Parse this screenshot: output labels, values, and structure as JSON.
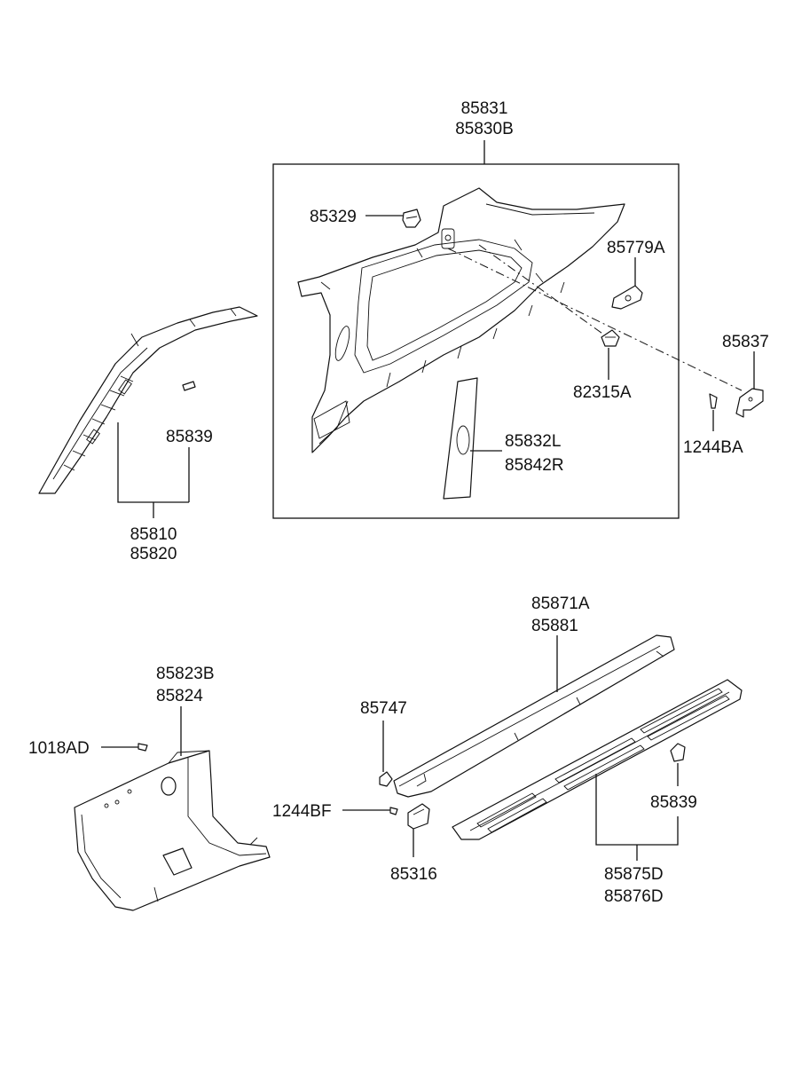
{
  "labels": {
    "p85831": "85831",
    "p85830B": "85830B",
    "p85329": "85329",
    "p85779A": "85779A",
    "p85837": "85837",
    "p82315A": "82315A",
    "p1244BA": "1244BA",
    "p85832L": "85832L",
    "p85842R": "85842R",
    "p85839_top": "85839",
    "p85810": "85810",
    "p85820": "85820",
    "p85871A": "85871A",
    "p85881": "85881",
    "p85823B": "85823B",
    "p85824": "85824",
    "p85747": "85747",
    "p1018AD": "1018AD",
    "p1244BF": "1244BF",
    "p85316": "85316",
    "p85839_bottom": "85839",
    "p85875D": "85875D",
    "p85876D": "85876D"
  }
}
